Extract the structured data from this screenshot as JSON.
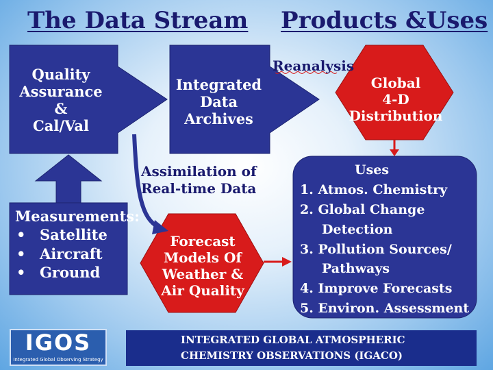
{
  "headers": {
    "left": "The Data Stream",
    "right": "Products &Uses"
  },
  "boxes": {
    "quality_assurance": [
      "Quality",
      "Assurance",
      "&",
      "Cal/Val"
    ],
    "integrated_archives": [
      "Integrated",
      "Data",
      "Archives"
    ],
    "global_4d": [
      "Global",
      "4-D",
      "Distribution"
    ],
    "forecast": [
      "Forecast",
      "Models Of",
      "Weather &",
      "Air Quality"
    ]
  },
  "measurements": {
    "title": "Measurements:",
    "bullet": "•",
    "items": [
      "Satellite",
      "Aircraft",
      "Ground"
    ]
  },
  "labels": {
    "reanalysis": "Reanalysis",
    "assimilation": [
      "Assimilation of",
      "Real-time Data"
    ]
  },
  "uses": {
    "title": "Uses",
    "items": [
      "1. Atmos. Chemistry",
      "2. Global Change",
      "Detection",
      "3. Pollution Sources/",
      "Pathways",
      "4. Improve Forecasts",
      "5. Environ. Assessment"
    ]
  },
  "footer": {
    "logo_text": "IGOS",
    "logo_subtitle": "Integrated Global Observing Strategy",
    "banner": [
      "INTEGRATED GLOBAL ATMOSPHERIC",
      "CHEMISTRY OBSERVATIONS   (IGACO)"
    ]
  },
  "colors": {
    "navy": "#2b3595",
    "red": "#d81b1b",
    "heading": "#1a1a6e",
    "footer_bar": "#1a2d8c"
  }
}
